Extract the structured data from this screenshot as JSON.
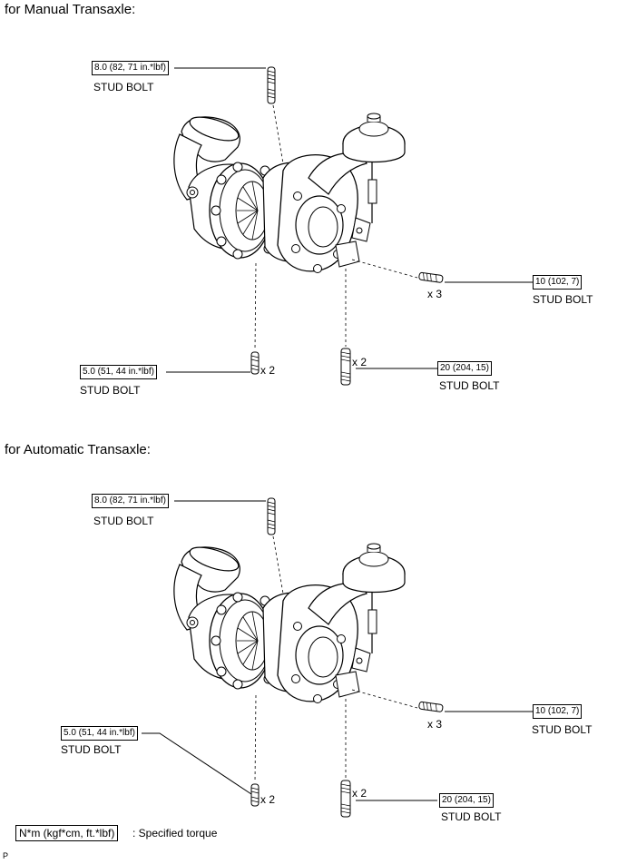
{
  "manual": {
    "title": "for Manual Transaxle:",
    "callouts": {
      "top": {
        "torque": "8.0 (82, 71 in.*lbf)",
        "label": "STUD BOLT"
      },
      "right": {
        "torque": "10 (102, 7)",
        "label": "STUD BOLT",
        "qty": "x 3"
      },
      "bottom_left": {
        "torque": "5.0 (51, 44 in.*lbf)",
        "label": "STUD BOLT",
        "qty": "x 2"
      },
      "bottom_mid": {
        "torque": "20 (204, 15)",
        "label": "STUD BOLT",
        "qty": "x 2"
      }
    }
  },
  "automatic": {
    "title": "for Automatic Transaxle:",
    "callouts": {
      "top": {
        "torque": "8.0 (82, 71 in.*lbf)",
        "label": "STUD BOLT"
      },
      "right": {
        "torque": "10 (102, 7)",
        "label": "STUD BOLT",
        "qty": "x 3"
      },
      "bottom_left": {
        "torque": "5.0 (51, 44 in.*lbf)",
        "label": "STUD BOLT",
        "qty": "x 2"
      },
      "bottom_mid": {
        "torque": "20 (204, 15)",
        "label": "STUD BOLT",
        "qty": "x 2"
      }
    }
  },
  "legend": {
    "unit": "N*m (kgf*cm, ft.*lbf)",
    "text": ": Specified torque"
  },
  "page_mark": "P"
}
